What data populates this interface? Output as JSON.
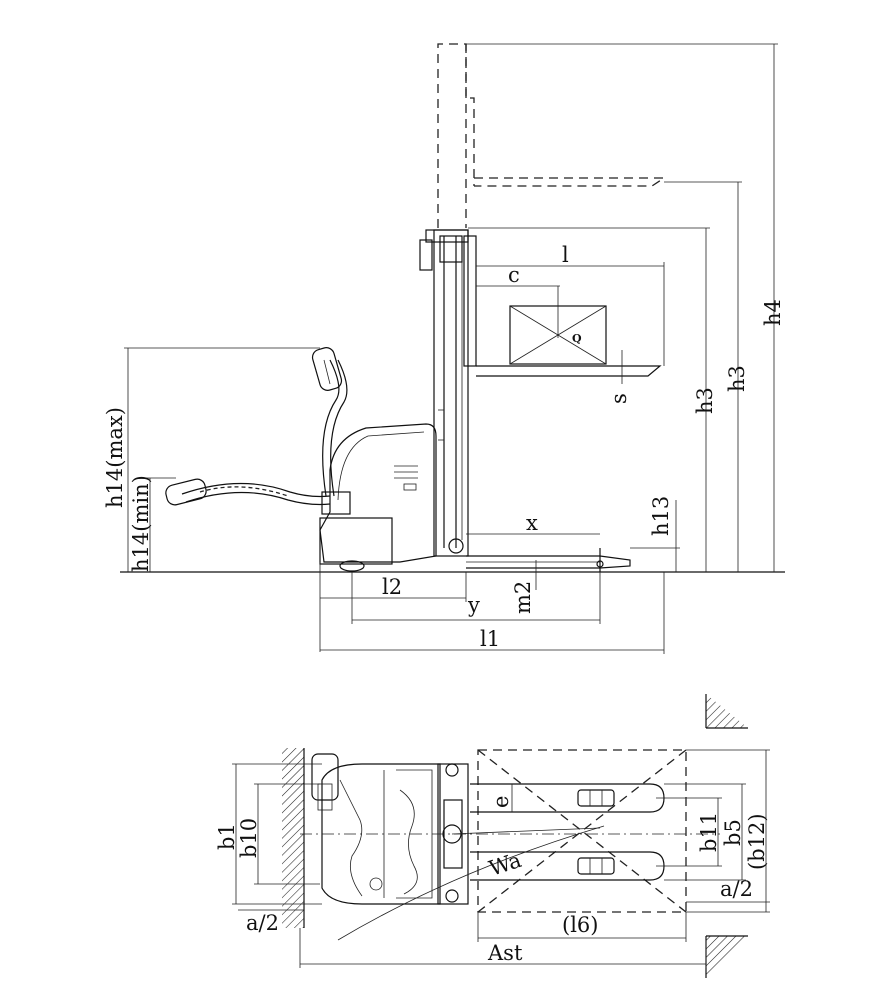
{
  "side_view": {
    "labels": {
      "l": "l",
      "c": "c",
      "q": "Q",
      "s": "s",
      "h3_inner": "h3",
      "h3_outer": "h3",
      "h4": "h4",
      "h13": "h13",
      "x": "x",
      "y": "y",
      "m2": "m2",
      "l2": "l2",
      "l1": "l1",
      "h14_max": "h14(max)",
      "h14_min": "h14(min)"
    }
  },
  "top_view": {
    "labels": {
      "b1": "b1",
      "b10": "b10",
      "e": "e",
      "b11": "b11",
      "b5": "b5",
      "b12": "(b12)",
      "a2_left": "a/2",
      "a2_right": "a/2",
      "l6": "(l6)",
      "wa": "Wa",
      "ast": "Ast"
    }
  }
}
